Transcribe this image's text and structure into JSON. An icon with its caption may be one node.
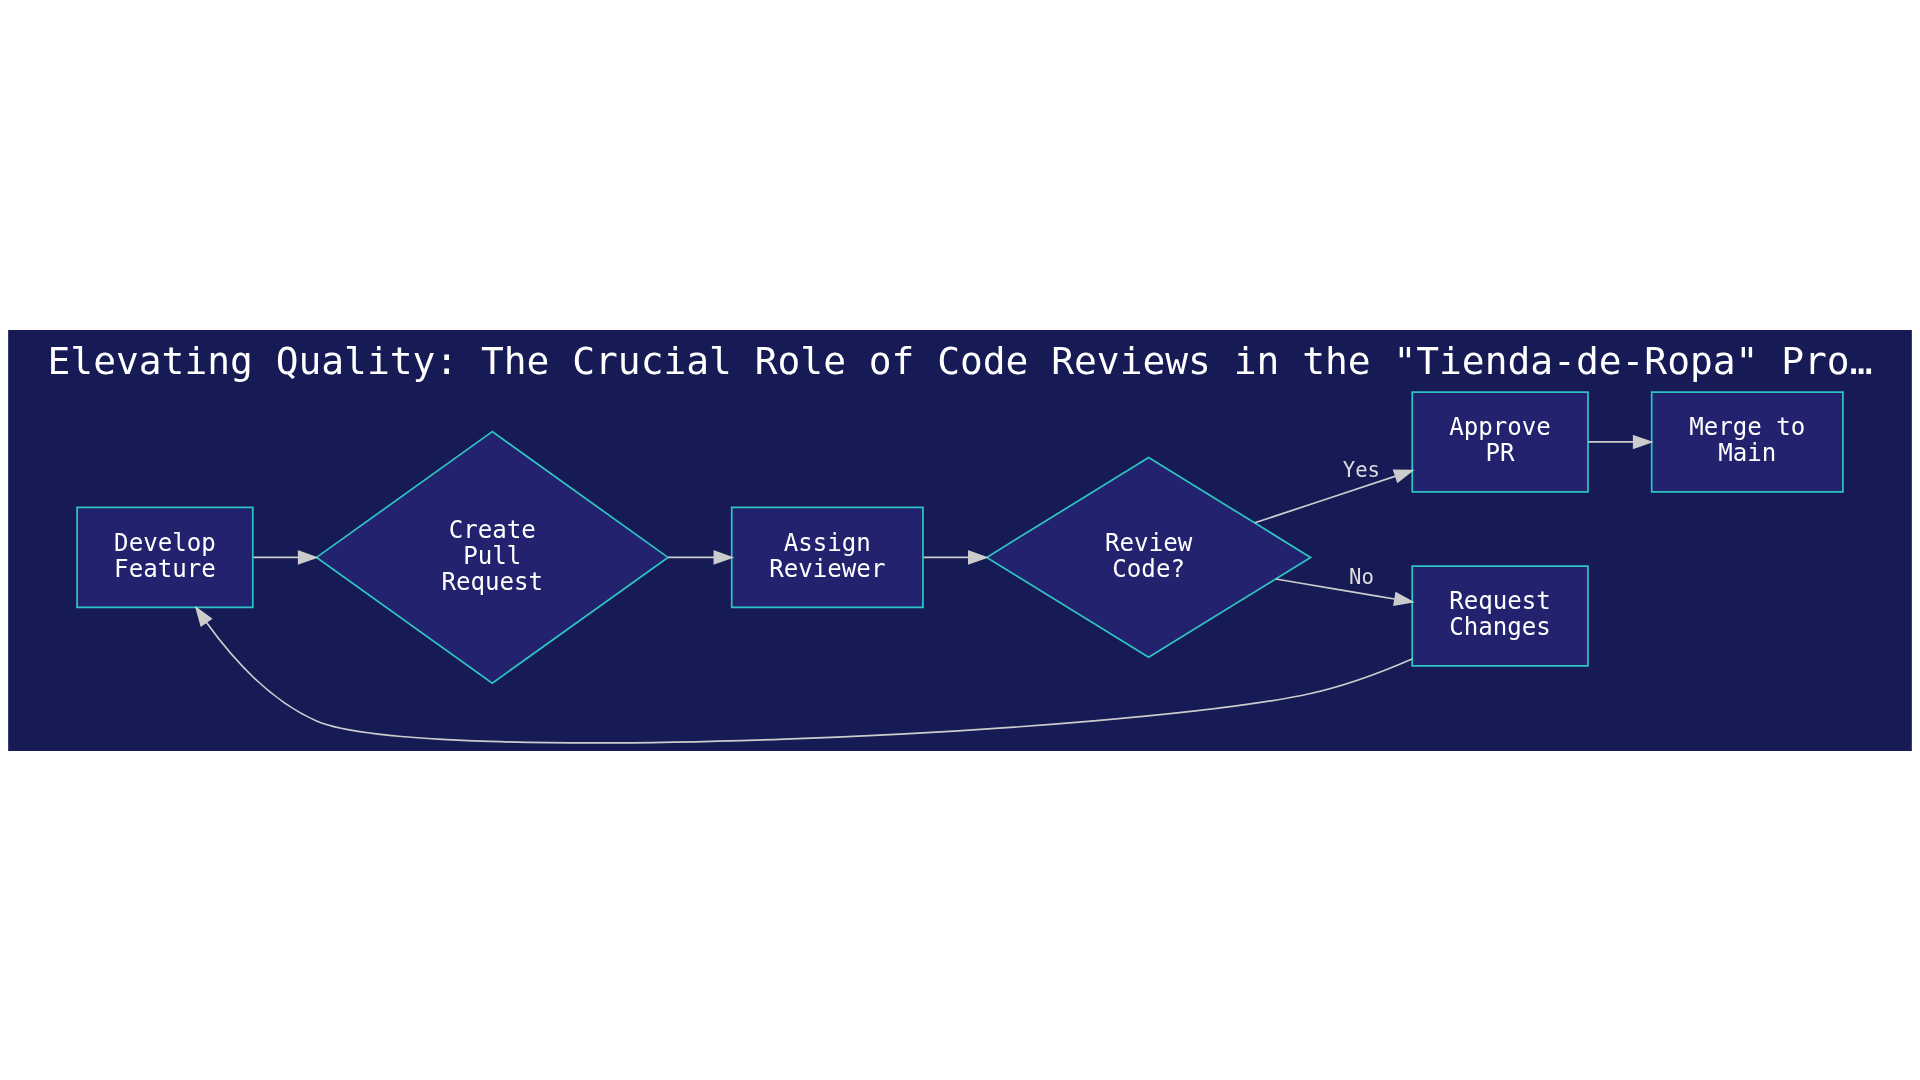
{
  "diagram": {
    "title": "Elevating Quality: The Crucial Role of Code Reviews in the \"Tienda-de-Ropa\" Pro…",
    "nodes": [
      {
        "text": [
          "Develop Feature"
        ]
      },
      {
        "text": [
          "Create Pull Request"
        ]
      },
      {
        "text": [
          "Assign Reviewer"
        ]
      },
      {
        "text": [
          "Review Code?"
        ]
      },
      {
        "text": [
          "Approve PR"
        ]
      },
      {
        "text": [
          "Merge to Main"
        ]
      },
      {
        "text": [
          "Request Changes"
        ]
      }
    ],
    "edges": [
      {
        "from": 0,
        "to": 1,
        "arrow": "to"
      },
      {
        "from": 1,
        "to": 2,
        "arrow": "to"
      },
      {
        "from": 2,
        "to": 3,
        "arrow": "to"
      },
      {
        "from": 3,
        "to": 4,
        "arrow": "to",
        "label": "Yes"
      },
      {
        "from": 3,
        "to": 6,
        "arrow": "to",
        "label": "No"
      },
      {
        "from": 4,
        "to": 5,
        "arrow": "to"
      },
      {
        "from": 6,
        "to": 0,
        "arrow": "to"
      }
    ]
  }
}
